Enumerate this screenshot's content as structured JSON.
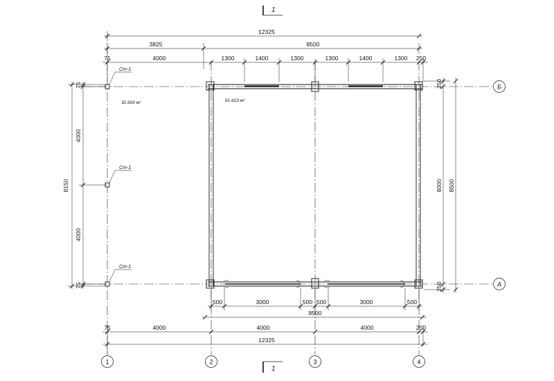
{
  "section_marks": {
    "top": "1",
    "bottom": "1"
  },
  "axes": {
    "numbered": [
      "1",
      "2",
      "3",
      "4"
    ],
    "lettered": [
      "Б",
      "А"
    ]
  },
  "top_dims": {
    "overall": "12325",
    "row2": [
      "3825",
      "8500"
    ],
    "row3": [
      "75",
      "4000",
      "1300",
      "1400",
      "1300",
      "1300",
      "1400",
      "1300",
      "250"
    ]
  },
  "bottom_dims": {
    "openings": [
      "500",
      "3000",
      "500",
      "500",
      "3000",
      "500"
    ],
    "wall": "8500",
    "axes_row": [
      "75",
      "4000",
      "4000",
      "4000",
      "250"
    ],
    "overall": "12325"
  },
  "left_dims": {
    "overall": "8150",
    "parts": [
      "75",
      "4000",
      "4000",
      "75"
    ]
  },
  "right_dims": {
    "axes": "8000",
    "overall": "8500",
    "parts": [
      "250",
      "250"
    ]
  },
  "columns": {
    "label": "Ст-1"
  },
  "areas": {
    "left": "32.600 м²",
    "right": "61.623 м²"
  }
}
